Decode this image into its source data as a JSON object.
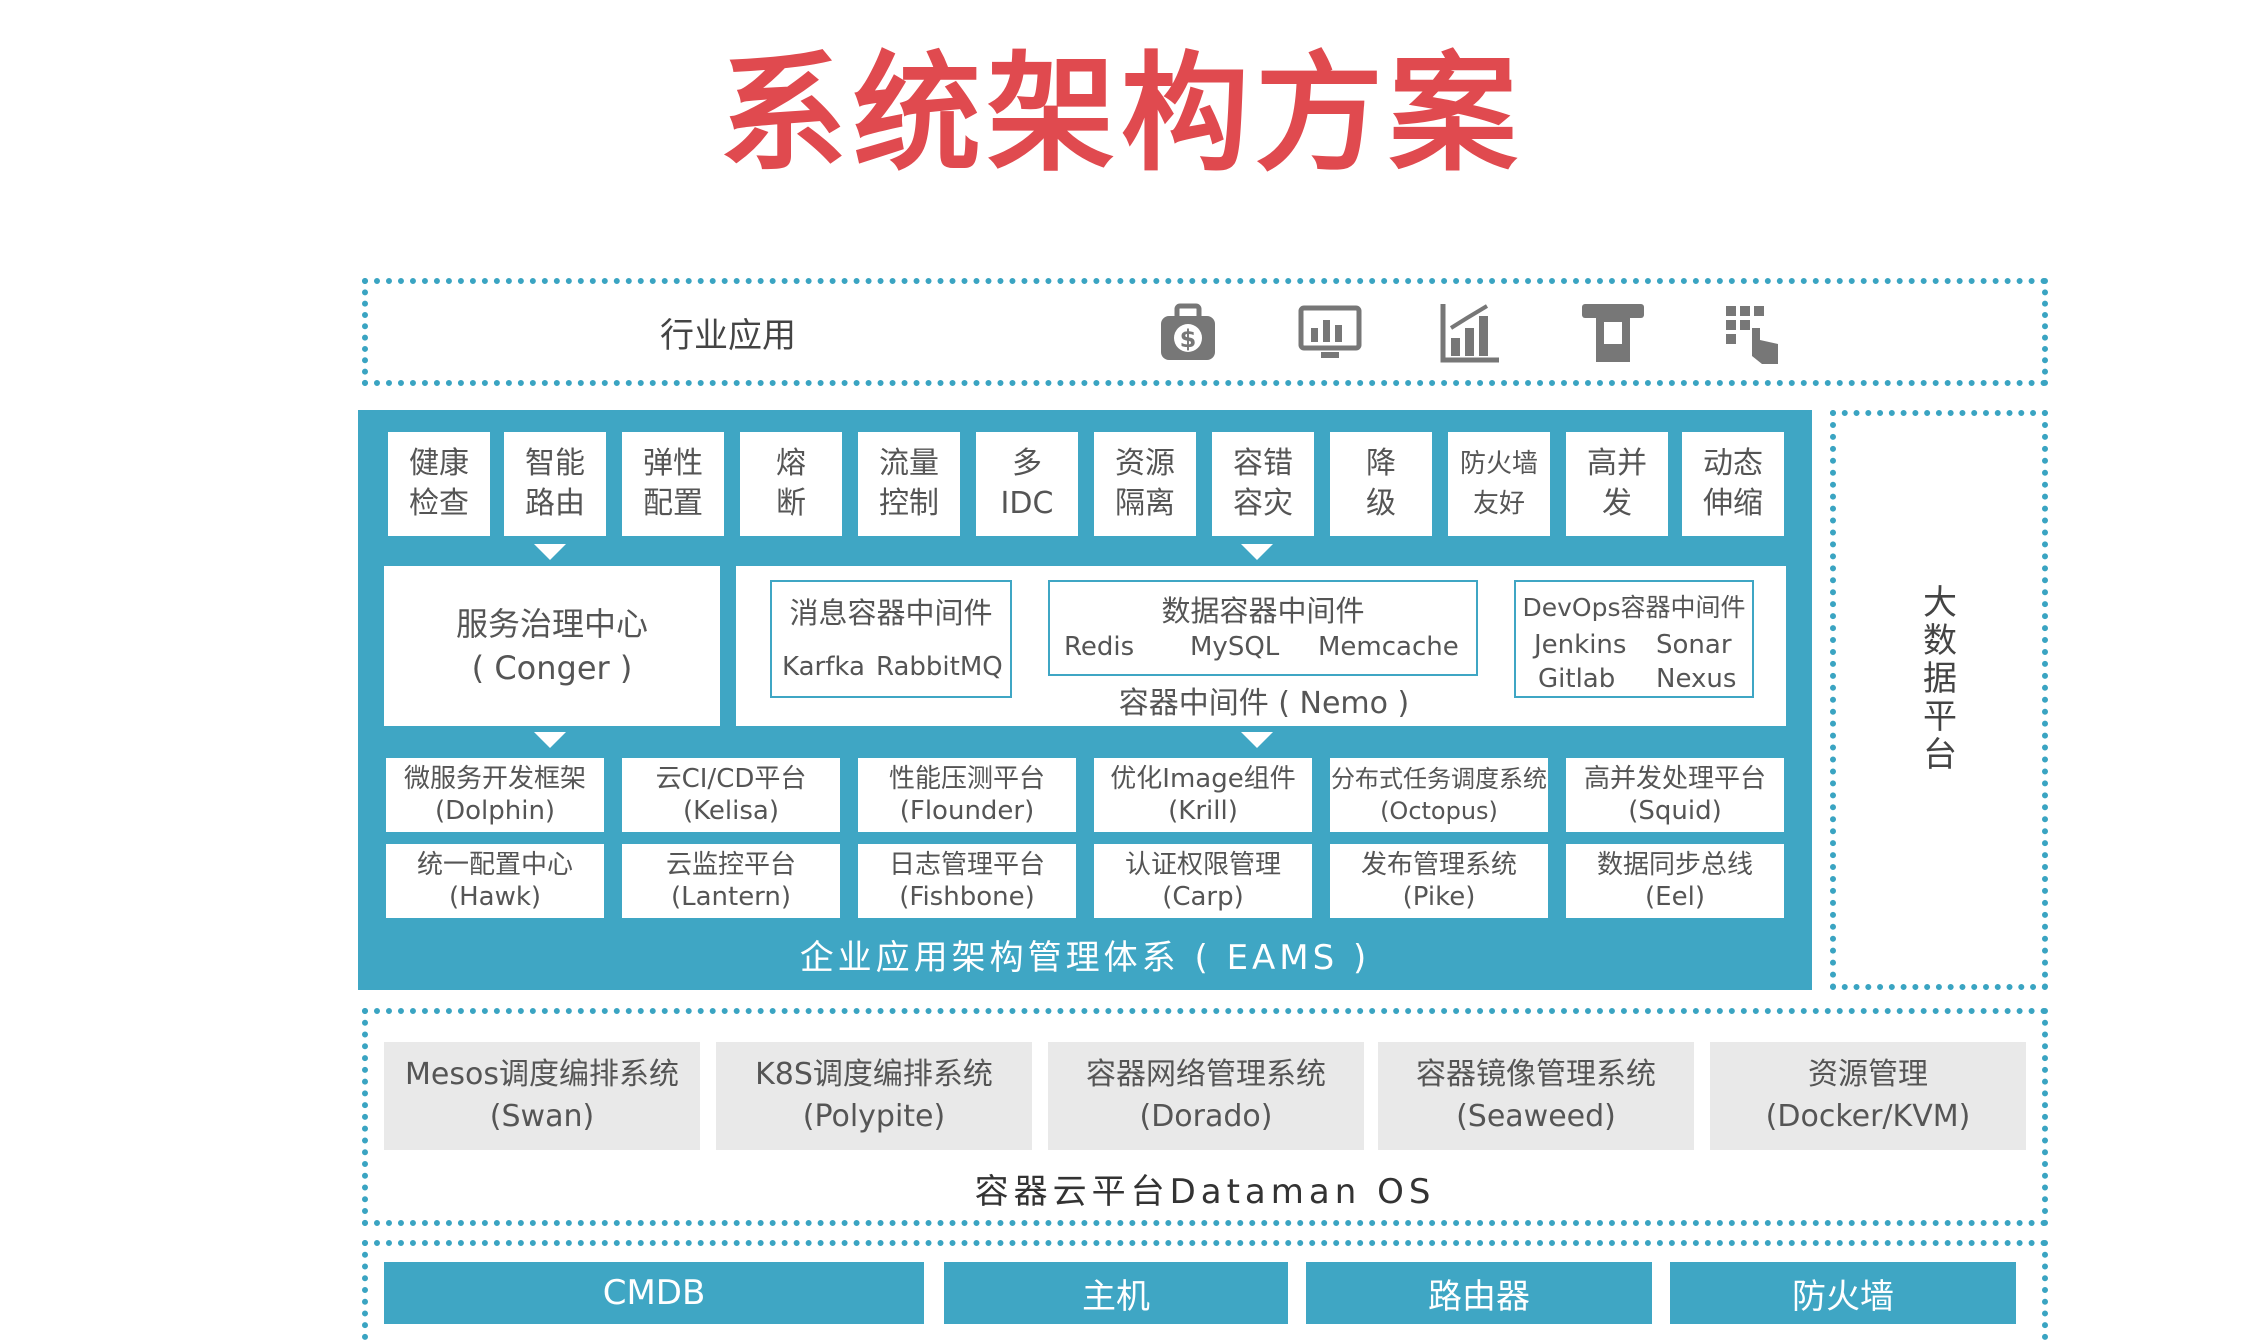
{
  "title": "系统架构方案",
  "industry": {
    "label": "行业应用",
    "icons": [
      "money-bag-icon",
      "monitor-chart-icon",
      "bar-chart-icon",
      "atm-icon",
      "touch-grid-icon"
    ]
  },
  "features": [
    "健康\n检查",
    "智能\n路由",
    "弹性\n配置",
    "熔\n断",
    "流量\n控制",
    "多\nIDC",
    "资源\n隔离",
    "容错\n容灾",
    "降\n级",
    "防火墙\n友好",
    "高并\n发",
    "动态\n伸缩"
  ],
  "governance": {
    "line1": "服务治理中心",
    "line2": "( Conger )"
  },
  "middleware": {
    "label": "容器中间件 ( Nemo )",
    "message": {
      "title": "消息容器中间件",
      "items": [
        "Karfka",
        "RabbitMQ"
      ]
    },
    "data": {
      "title": "数据容器中间件",
      "items": [
        "Redis",
        "MySQL",
        "Memcache"
      ]
    },
    "devops": {
      "title": "DevOps容器中间件",
      "items": [
        "Jenkins",
        "Sonar",
        "Gitlab",
        "Nexus"
      ]
    }
  },
  "services": [
    {
      "name": "微服务开发框架",
      "code": "(Dolphin)"
    },
    {
      "name": "云CI/CD平台",
      "code": "(Kelisa)"
    },
    {
      "name": "性能压测平台",
      "code": "(Flounder)"
    },
    {
      "name": "优化Image组件",
      "code": "(Krill)"
    },
    {
      "name": "分布式任务调度系统",
      "code": "(Octopus)"
    },
    {
      "name": "高并发处理平台",
      "code": "(Squid)"
    },
    {
      "name": "统一配置中心",
      "code": "(Hawk)"
    },
    {
      "name": "云监控平台",
      "code": "(Lantern)"
    },
    {
      "name": "日志管理平台",
      "code": "(Fishbone)"
    },
    {
      "name": "认证权限管理",
      "code": "(Carp)"
    },
    {
      "name": "发布管理系统",
      "code": "(Pike)"
    },
    {
      "name": "数据同步总线",
      "code": "(Eel)"
    }
  ],
  "eams_label": "企业应用架构管理体系 ( EAMS )",
  "bigdata": "大\n数\n据\n平\n台",
  "os": {
    "label": "容器云平台Dataman OS",
    "systems": [
      {
        "name": "Mesos调度编排系统",
        "code": "(Swan)"
      },
      {
        "name": "K8S调度编排系统",
        "code": "(Polypite)"
      },
      {
        "name": "容器网络管理系统",
        "code": "(Dorado)"
      },
      {
        "name": "容器镜像管理系统",
        "code": "(Seaweed)"
      },
      {
        "name": "资源管理",
        "code": "(Docker/KVM)"
      }
    ]
  },
  "infra": [
    "CMDB",
    "主机",
    "路由器",
    "防火墙"
  ],
  "colors": {
    "title": "#e04a4f",
    "accent": "#3fa6c4",
    "box": "#e9e9e9"
  }
}
